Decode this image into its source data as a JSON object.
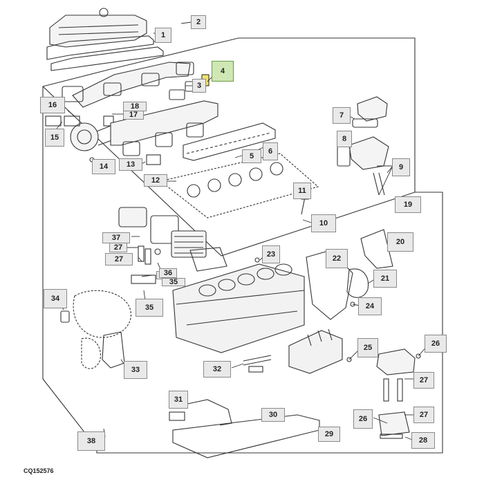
{
  "figure_code": "CQ152576",
  "colors": {
    "callout_fill": "#e9e9e9",
    "callout_highlight": "#cfe7b4",
    "line": "#333333"
  },
  "callouts": [
    {
      "id": "c1",
      "label": "1"
    },
    {
      "id": "c2",
      "label": "2"
    },
    {
      "id": "c3",
      "label": "3"
    },
    {
      "id": "c4",
      "label": "4",
      "highlight": true
    },
    {
      "id": "c5",
      "label": "5"
    },
    {
      "id": "c6",
      "label": "6"
    },
    {
      "id": "c7",
      "label": "7"
    },
    {
      "id": "c8",
      "label": "8"
    },
    {
      "id": "c9",
      "label": "9"
    },
    {
      "id": "c10",
      "label": "10"
    },
    {
      "id": "c11",
      "label": "11"
    },
    {
      "id": "c12",
      "label": "12"
    },
    {
      "id": "c13",
      "label": "13"
    },
    {
      "id": "c14",
      "label": "14"
    },
    {
      "id": "c15",
      "label": "15"
    },
    {
      "id": "c16",
      "label": "16"
    },
    {
      "id": "c17",
      "label": "17"
    },
    {
      "id": "c18",
      "label": "18"
    },
    {
      "id": "c19",
      "label": "19"
    },
    {
      "id": "c20",
      "label": "20"
    },
    {
      "id": "c21",
      "label": "21"
    },
    {
      "id": "c22",
      "label": "22"
    },
    {
      "id": "c23",
      "label": "23"
    },
    {
      "id": "c24",
      "label": "24"
    },
    {
      "id": "c25",
      "label": "25"
    },
    {
      "id": "c26a",
      "label": "26"
    },
    {
      "id": "c26b",
      "label": "26"
    },
    {
      "id": "c26c",
      "label": "26"
    },
    {
      "id": "c27a",
      "label": "27"
    },
    {
      "id": "c27b",
      "label": "27"
    },
    {
      "id": "c27c",
      "label": "27"
    },
    {
      "id": "c27d",
      "label": "27"
    },
    {
      "id": "c28",
      "label": "28"
    },
    {
      "id": "c29",
      "label": "29"
    },
    {
      "id": "c30",
      "label": "30"
    },
    {
      "id": "c31",
      "label": "31"
    },
    {
      "id": "c32",
      "label": "32"
    },
    {
      "id": "c33",
      "label": "33"
    },
    {
      "id": "c34",
      "label": "34"
    },
    {
      "id": "c35a",
      "label": "35"
    },
    {
      "id": "c35b",
      "label": "35"
    },
    {
      "id": "c36",
      "label": "36"
    },
    {
      "id": "c37",
      "label": "37"
    },
    {
      "id": "c38",
      "label": "38"
    }
  ]
}
